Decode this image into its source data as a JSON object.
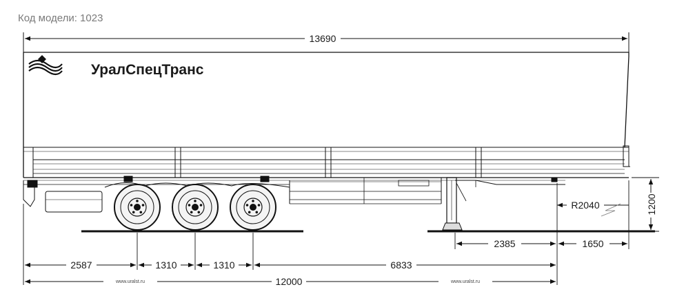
{
  "model": {
    "label": "Код модели: 1023"
  },
  "brand": {
    "name": "УралСпецТранс",
    "logo_icon": "uralspectrans-logo-icon",
    "website": "www.uralst.ru"
  },
  "dimensions": {
    "overall_length": "13690",
    "front_overhang": "1650",
    "kingpin_to_legs": "2385",
    "coupling_height": "1200",
    "swing_radius": "R2040",
    "rear_to_axle1": "2587",
    "axle_spacing_1": "1310",
    "axle_spacing_2": "1310",
    "axle3_to_kingpin": "6833",
    "rear_to_kingpin": "12000"
  }
}
